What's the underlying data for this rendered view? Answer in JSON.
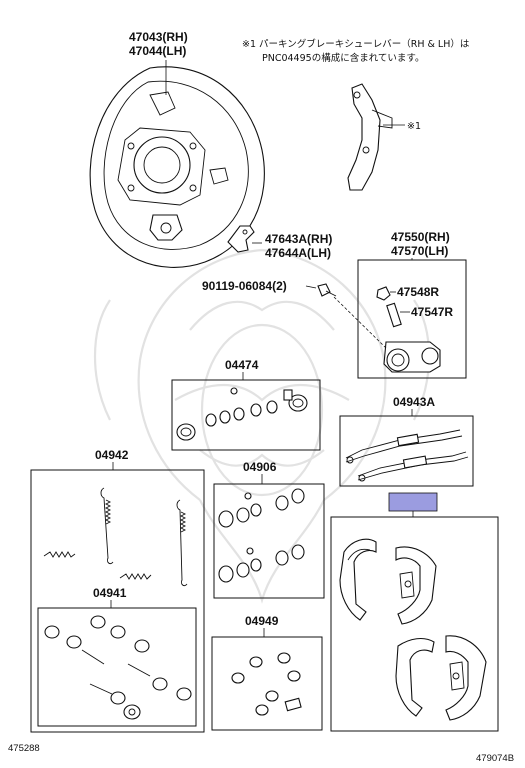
{
  "note": {
    "line1": "※1 パーキングブレーキシューレバー（RH & LH）は",
    "line2": "PNC04495の構成に含まれています。",
    "marker": "※1"
  },
  "labels": {
    "backing_plate_rh": "47043(RH)",
    "backing_plate_lh": "47044(LH)",
    "lever_rh": "47643A(RH)",
    "lever_lh": "47644A(LH)",
    "cylinder_rh": "47550(RH)",
    "cylinder_lh": "47570(LH)",
    "bolt": "90119-06084(2)",
    "bleeder_cap": "47548R",
    "bleeder_plug": "47547R",
    "kit_04474": "04474",
    "kit_04943A": "04943A",
    "kit_04942": "04942",
    "kit_04906": "04906",
    "kit_04941": "04941",
    "kit_04949": "04949"
  },
  "footer": {
    "left_code": "475288",
    "right_code": "479074B"
  },
  "colors": {
    "highlight": "#9b9ce0",
    "line": "#111111",
    "watermark": "#e2e2e2"
  }
}
